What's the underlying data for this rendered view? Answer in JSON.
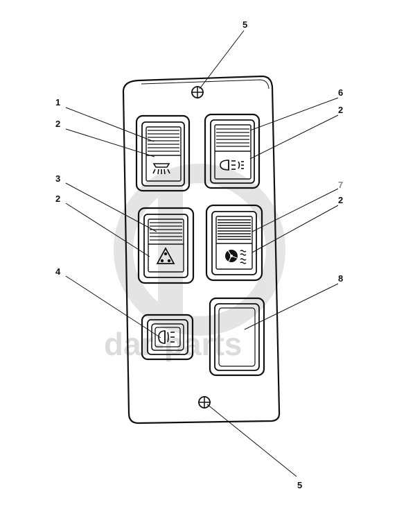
{
  "watermark": {
    "text": "dar-parts"
  },
  "callouts": [
    {
      "id": "c1",
      "text": "1"
    },
    {
      "id": "c2a",
      "text": "2"
    },
    {
      "id": "c3",
      "text": "3"
    },
    {
      "id": "c2b",
      "text": "2"
    },
    {
      "id": "c4",
      "text": "4"
    },
    {
      "id": "c5top",
      "text": "5"
    },
    {
      "id": "c6",
      "text": "6"
    },
    {
      "id": "c2c",
      "text": "2"
    },
    {
      "id": "c7",
      "text": "7"
    },
    {
      "id": "c2d",
      "text": "2"
    },
    {
      "id": "c8",
      "text": "8"
    },
    {
      "id": "c5bot",
      "text": "5"
    }
  ],
  "icons": {
    "s1": "work-light-icon",
    "s2": "hazard-warning-icon",
    "s3": "rear-fog-light-icon",
    "s4": "headlight-icon",
    "s5": "fan-icon"
  },
  "colors": {
    "ink": "#111111",
    "watermark": "#d9d9d9",
    "callout7": "#888888"
  }
}
